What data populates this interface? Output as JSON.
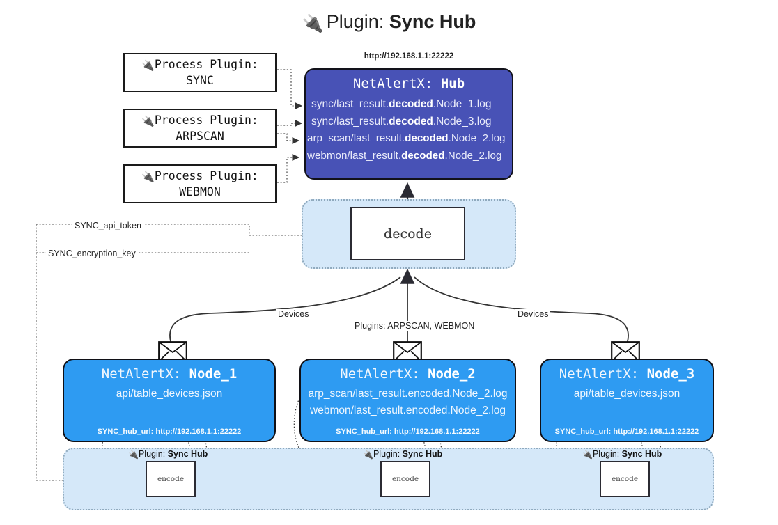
{
  "title": {
    "icon": "plug-icon",
    "prefix": "Plugin:",
    "name": "Sync Hub"
  },
  "process_plugins": [
    {
      "icon": "plug-icon",
      "line1": "Process Plugin:",
      "line2": "SYNC"
    },
    {
      "icon": "plug-icon",
      "line1": "Process Plugin:",
      "line2": "ARPSCAN"
    },
    {
      "icon": "plug-icon",
      "line1": "Process Plugin:",
      "line2": "WEBMON"
    }
  ],
  "hub": {
    "url": "http://192.168.1.1:22222",
    "title_prefix": "NetAlertX:",
    "title_name": "Hub",
    "logs": [
      {
        "pre": "sync/last_result.",
        "em": "decoded",
        "post": ".Node_1.log"
      },
      {
        "pre": "sync/last_result.",
        "em": "decoded",
        "post": ".Node_3.log"
      },
      {
        "pre": "arp_scan/last_result.",
        "em": "decoded",
        "post": ".Node_2.log"
      },
      {
        "pre": "webmon/last_result.",
        "em": "decoded",
        "post": ".Node_2.log"
      }
    ]
  },
  "decode": {
    "label": "decode"
  },
  "secrets": {
    "api_token": "SYNC_api_token",
    "encryption_key": "SYNC_encryption_key"
  },
  "edge_labels": {
    "devices_left": "Devices",
    "devices_right": "Devices",
    "plugins_middle": "Plugins: ARPSCAN, WEBMON"
  },
  "nodes": [
    {
      "title_prefix": "NetAlertX:",
      "title_name": "Node_1",
      "lines": [
        "api/table_devices.json"
      ],
      "foot": "SYNC_hub_url: http://192.168.1.1:22222",
      "envelope_icon": "envelope-icon"
    },
    {
      "title_prefix": "NetAlertX:",
      "title_name": "Node_2",
      "lines": [
        "arp_scan/last_result.encoded.Node_2.log",
        "webmon/last_result.encoded.Node_2.log"
      ],
      "foot": "SYNC_hub_url: http://192.168.1.1:22222",
      "envelope_icon": "envelope-icon"
    },
    {
      "title_prefix": "NetAlertX:",
      "title_name": "Node_3",
      "lines": [
        "api/table_devices.json"
      ],
      "foot": "SYNC_hub_url: http://192.168.1.1:22222",
      "envelope_icon": "envelope-icon"
    }
  ],
  "encoders": [
    {
      "tag_prefix": "Plugin:",
      "tag_name": "Sync Hub",
      "label": "encode",
      "icon": "plug-icon"
    },
    {
      "tag_prefix": "Plugin:",
      "tag_name": "Sync Hub",
      "label": "encode",
      "icon": "plug-icon"
    },
    {
      "tag_prefix": "Plugin:",
      "tag_name": "Sync Hub",
      "label": "encode",
      "icon": "plug-icon"
    }
  ],
  "colors": {
    "hub_fill": "#4852b6",
    "node_fill": "#2e9bf2",
    "group_fill": "#d5e8f9",
    "stroke": "#101016"
  }
}
